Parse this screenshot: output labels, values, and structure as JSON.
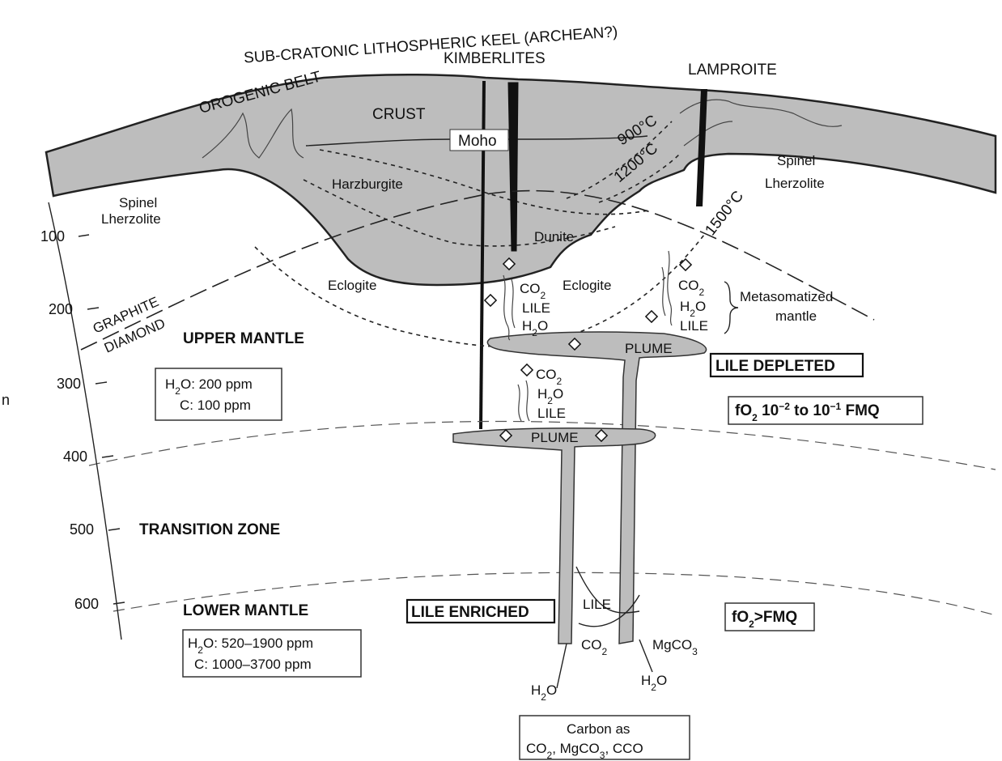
{
  "title": "SUB-CRATONIC LITHOSPHERIC KEEL (ARCHEAN?)",
  "top_labels": {
    "kimberlites": "KIMBERLITES",
    "lamproite": "LAMPROITE",
    "orogenic_belt": "OROGENIC BELT",
    "crust": "CRUST",
    "moho": "Moho"
  },
  "temperatures": {
    "t900": "900°C",
    "t1200": "1200°C",
    "t1500": "1500°C"
  },
  "rocks": {
    "spinel_lherzolite_line1": "Spinel",
    "spinel_lherzolite_line2": "Lherzolite",
    "harzburgite": "Harzburgite",
    "dunite": "Dunite",
    "eclogite": "Eclogite"
  },
  "graphite": "GRAPHITE",
  "diamond": "DIAMOND",
  "depth_ticks": [
    "100",
    "200",
    "300",
    "400",
    "500",
    "600"
  ],
  "depth_axis_fragment": "n",
  "zones": {
    "upper_mantle": "UPPER MANTLE",
    "transition_zone": "TRANSITION ZONE",
    "lower_mantle": "LOWER MANTLE"
  },
  "upper_box": {
    "h2o": "H",
    "h2o_sub": "2",
    "h2o_rest": "O: 200 ppm",
    "c": "C: 100 ppm"
  },
  "lower_box": {
    "h2o": "H",
    "h2o_sub": "2",
    "h2o_rest": "O: 520–1900 ppm",
    "c": "C: 1000–3700 ppm"
  },
  "volatiles": {
    "co": "CO",
    "sub2": "2",
    "h": "H",
    "o": "O",
    "lile": "LILE",
    "mgco": "MgCO",
    "sub3": "3"
  },
  "metasomatized_line1": "Metasomatized",
  "metasomatized_line2": "mantle",
  "plume": "PLUME",
  "lile_depleted": "LILE DEPLETED",
  "lile_enriched": "LILE ENRICHED",
  "fo2_upper": {
    "f": "fO",
    "sub": "2",
    "a": " 10",
    "exp1": "−2",
    "b": " to 10",
    "exp2": "−1",
    "c": " FMQ"
  },
  "fo2_lower": {
    "f": "fO",
    "sub": "2",
    "rest": ">FMQ"
  },
  "carbon_box_line1": "Carbon as",
  "carbon_box_line2": {
    "a": "CO",
    "s1": "2",
    "b": ", MgCO",
    "s2": "3",
    "c": ", CCO"
  }
}
